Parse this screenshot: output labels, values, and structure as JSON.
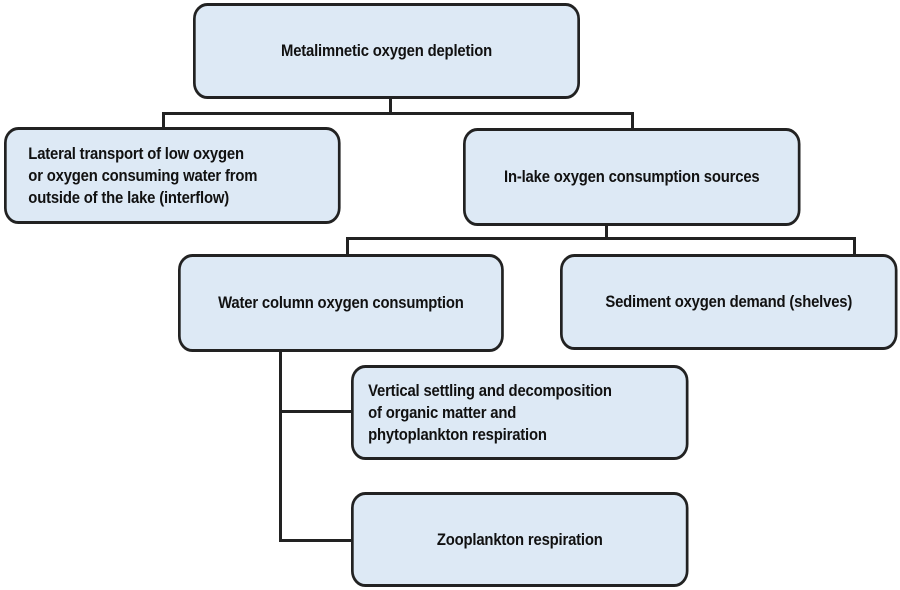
{
  "diagram": {
    "type": "hierarchy",
    "colors": {
      "box_fill": "#dde9f5",
      "box_border": "#222222",
      "text": "#111111"
    },
    "nodes": {
      "root": {
        "label": "Metalimnetic oxygen depletion"
      },
      "lateral": {
        "label": "Lateral transport of low oxygen\nor oxygen consuming water from\noutside of the lake (interflow)"
      },
      "inlake": {
        "label": "In-lake oxygen consumption sources"
      },
      "water": {
        "label": "Water column oxygen consumption"
      },
      "sediment": {
        "label": "Sediment oxygen demand (shelves)"
      },
      "vertical": {
        "label": "Vertical settling and decomposition\nof organic matter and\n phytoplankton respiration"
      },
      "zooplankton": {
        "label": "Zooplankton respiration"
      }
    },
    "edges": [
      {
        "from": "root",
        "to": "lateral"
      },
      {
        "from": "root",
        "to": "inlake"
      },
      {
        "from": "inlake",
        "to": "water"
      },
      {
        "from": "inlake",
        "to": "sediment"
      },
      {
        "from": "water",
        "to": "vertical"
      },
      {
        "from": "water",
        "to": "zooplankton"
      }
    ]
  }
}
